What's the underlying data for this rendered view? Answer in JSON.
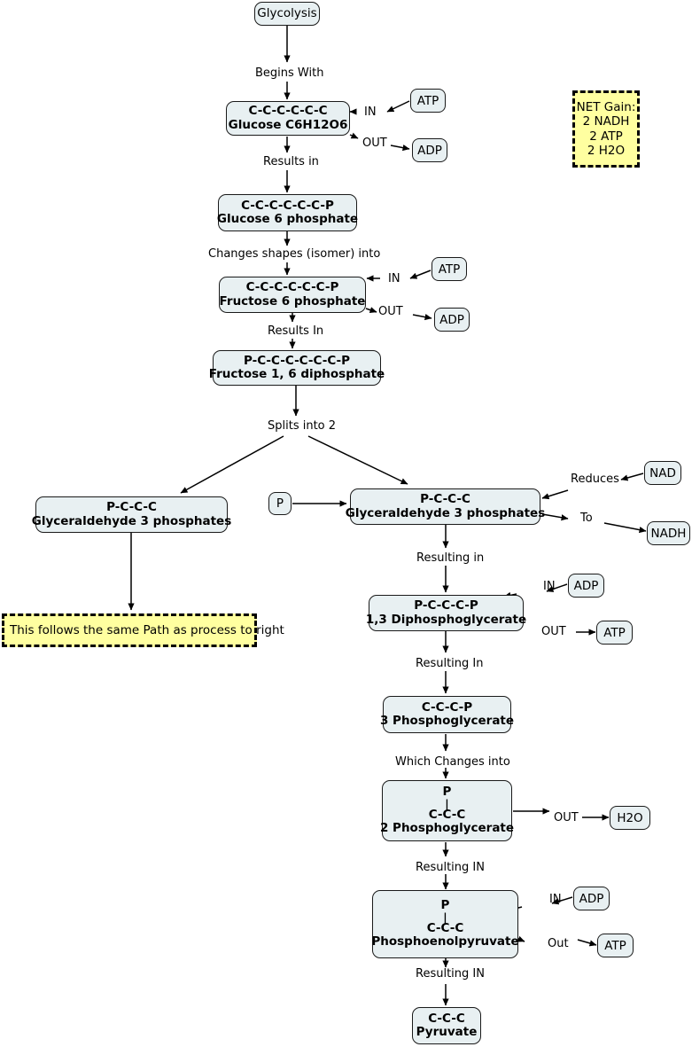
{
  "diagram": {
    "title": "Glycolysis pathway flowchart",
    "colors": {
      "node_fill": "#e8f0f2",
      "node_stroke": "#1a1a1a",
      "note_fill": "#ffffa0",
      "note_stroke": "#000000",
      "background": "#ffffff"
    }
  },
  "nodes": {
    "glycolysis": {
      "label": "Glycolysis"
    },
    "glucose": {
      "line1": "C-C-C-C-C-C",
      "line2": "Glucose C6H12O6"
    },
    "glucose6p": {
      "line1": "C-C-C-C-C-C-P",
      "line2": "Glucose 6 phosphate"
    },
    "fructose6p": {
      "line1": "C-C-C-C-C-C-P",
      "line2": "Fructose  6 phosphate"
    },
    "fructose16dp": {
      "line1": "P-C-C-C-C-C-C-P",
      "line2": "Fructose 1, 6 diphosphate"
    },
    "ga3p_left": {
      "line1": "P-C-C-C",
      "line2": "Glyceraldehyde 3 phosphates"
    },
    "ga3p_right": {
      "line1": "P-C-C-C",
      "line2": "Glyceraldehyde 3 phosphates"
    },
    "diphosphoglycerate": {
      "line1": "P-C-C-C-P",
      "line2": "1,3 Diphosphoglycerate"
    },
    "phosphoglycerate3": {
      "line1": "C-C-C-P",
      "line2": "3 Phosphoglycerate"
    },
    "phosphoglycerate2": {
      "line1": "P",
      "bond": "|",
      "line3": "C-C-C",
      "line4": "2 Phosphoglycerate"
    },
    "phosphoenolpyruvate": {
      "line1": "P",
      "bond": "|",
      "line3": "C-C-C",
      "line4": "Phosphoenolpyruvate"
    },
    "pyruvate": {
      "line1": "C-C-C",
      "line2": "Pyruvate"
    }
  },
  "cofactors": {
    "atp_1": {
      "label": "ATP"
    },
    "adp_1": {
      "label": "ADP"
    },
    "atp_2": {
      "label": "ATP"
    },
    "adp_2": {
      "label": "ADP"
    },
    "phosphate": {
      "label": "P"
    },
    "nad": {
      "label": "NAD"
    },
    "nadh": {
      "label": "NADH"
    },
    "adp_3": {
      "label": "ADP"
    },
    "atp_3": {
      "label": "ATP"
    },
    "h2o": {
      "label": "H2O"
    },
    "adp_4": {
      "label": "ADP"
    },
    "atp_4": {
      "label": "ATP"
    }
  },
  "edge_labels": {
    "begins_with": "Begins With",
    "in_1": "IN",
    "out_1": "OUT",
    "results_in_1": "Results in",
    "changes_isomer": "Changes shapes (isomer) into",
    "in_2": "IN",
    "out_2": "OUT",
    "results_in_2": "Results In",
    "splits_into_2": "Splits into 2",
    "reduces": "Reduces",
    "to": "To",
    "resulting_in_1": "Resulting in",
    "in_3": "IN",
    "out_3": "OUT",
    "resulting_in_2": "Resulting In",
    "which_changes_into": "Which Changes into",
    "out_4": "OUT",
    "resulting_in_3": "Resulting IN",
    "in_4": "IN",
    "out_5": "Out",
    "resulting_in_4": "Resulting IN"
  },
  "notes": {
    "net_gain": {
      "line1": "NET Gain:",
      "line2": "2 NADH",
      "line3": "2 ATP",
      "line4": "2 H2O"
    },
    "same_path": {
      "line1": "This follows the same Path as process to right"
    }
  }
}
